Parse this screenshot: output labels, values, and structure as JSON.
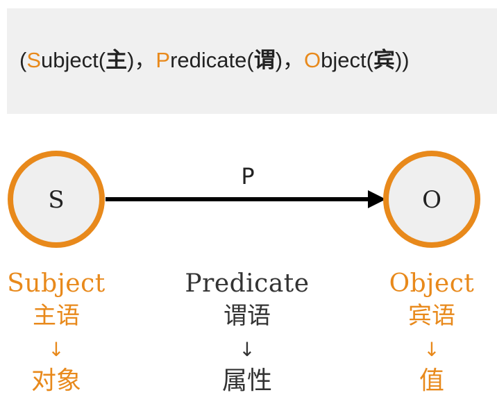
{
  "formula": {
    "open": "(",
    "s_initial": "S",
    "s_rest": "ubject(",
    "s_zh": "主",
    "close_comma_1": ")，",
    "p_initial": "P",
    "p_rest": "redicate(",
    "p_zh": "谓",
    "close_comma_2": ")，",
    "o_initial": "O",
    "o_rest": "bject(",
    "o_zh": "宾",
    "close_end": "))"
  },
  "graph": {
    "subject_node": "S",
    "object_node": "O",
    "edge_label": "P"
  },
  "columns": {
    "subject": {
      "en": "Subject",
      "zh": "主语",
      "arrow": "↓",
      "meaning": "对象"
    },
    "predicate": {
      "en": "Predicate",
      "zh": "谓语",
      "arrow": "↓",
      "meaning": "属性"
    },
    "object": {
      "en": "Object",
      "zh": "宾语",
      "arrow": "↓",
      "meaning": "值"
    }
  },
  "colors": {
    "accent": "#e8891b",
    "node_fill": "#efefef",
    "edge": "#000000",
    "text_dark": "#333333",
    "banner_bg": "#f0f0f0"
  }
}
